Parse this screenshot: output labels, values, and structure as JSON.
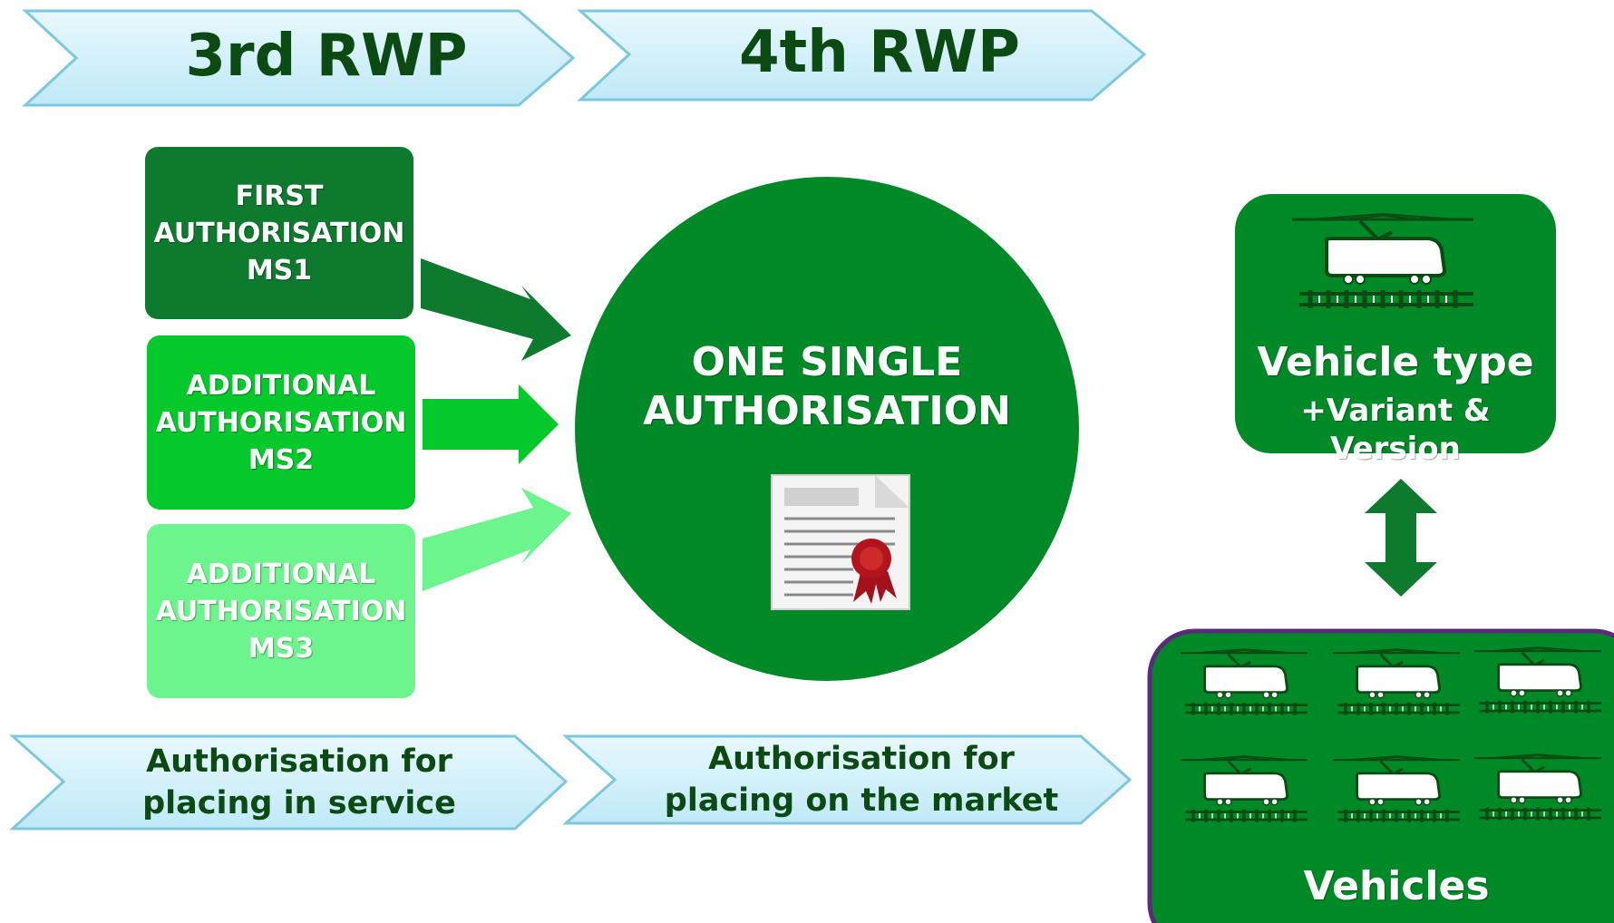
{
  "header": {
    "left_label": "3rd RWP",
    "right_label": "4th RWP"
  },
  "authorisations": [
    {
      "text": "FIRST\nAUTHORISATION\nMS1"
    },
    {
      "text": "ADDITIONAL\nAUTHORISATION\nMS2"
    },
    {
      "text": "ADDITIONAL\nAUTHORISATION\nMS3"
    }
  ],
  "center": {
    "text": "ONE SINGLE\nAUTHORISATION",
    "icon": "certificate-icon"
  },
  "vehicle_type": {
    "title": "Vehicle type",
    "subtitle": "+Variant & Version",
    "icon": "train-icon"
  },
  "vehicles": {
    "label": "Vehicles",
    "icon": "train-icon"
  },
  "footer": {
    "left_label": "Authorisation for\nplacing in service",
    "right_label": "Authorisation for\nplacing on the market"
  },
  "colors": {
    "dark_green": "#0e7a2e",
    "mid_green": "#04c92b",
    "light_green": "#6cf58c",
    "circle_green": "#008a27",
    "chevron_fill": "#d3f2fb",
    "chevron_stroke": "#7ec8df",
    "vehicles_border": "#5b2a7a"
  }
}
